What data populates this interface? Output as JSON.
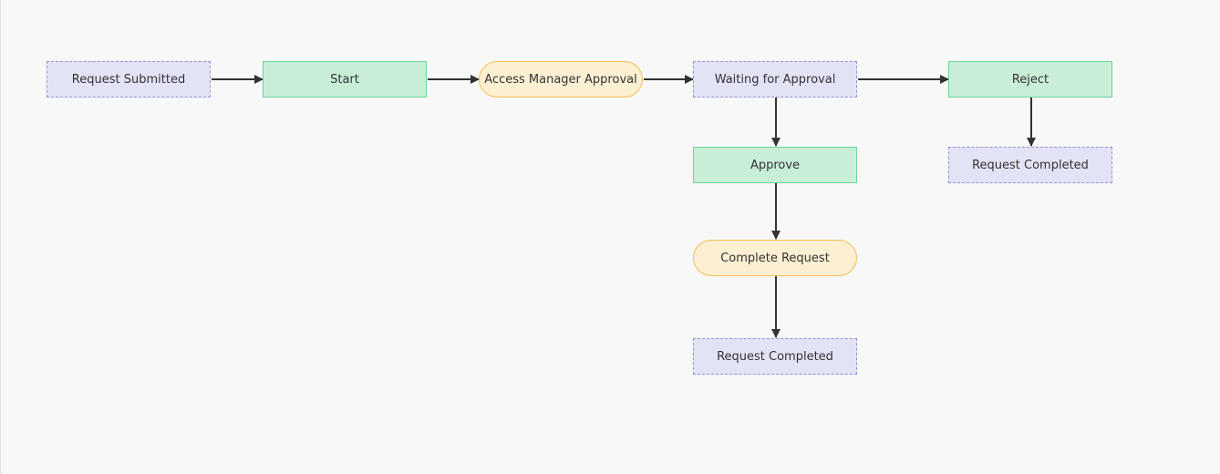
{
  "diagram": {
    "nodes": {
      "request_submitted": {
        "label": "Request Submitted",
        "kind": "event"
      },
      "start": {
        "label": "Start",
        "kind": "activity"
      },
      "access_manager_approval": {
        "label": "Access Manager Approval",
        "kind": "process"
      },
      "waiting_for_approval": {
        "label": "Waiting for Approval",
        "kind": "event"
      },
      "reject": {
        "label": "Reject",
        "kind": "activity"
      },
      "request_completed_reject": {
        "label": "Request Completed",
        "kind": "event"
      },
      "approve": {
        "label": "Approve",
        "kind": "activity"
      },
      "complete_request": {
        "label": "Complete Request",
        "kind": "process"
      },
      "request_completed_approve": {
        "label": "Request Completed",
        "kind": "event"
      }
    },
    "edges": [
      {
        "from": "request_submitted",
        "to": "start"
      },
      {
        "from": "start",
        "to": "access_manager_approval"
      },
      {
        "from": "access_manager_approval",
        "to": "waiting_for_approval"
      },
      {
        "from": "waiting_for_approval",
        "to": "reject"
      },
      {
        "from": "waiting_for_approval",
        "to": "approve"
      },
      {
        "from": "reject",
        "to": "request_completed_reject"
      },
      {
        "from": "approve",
        "to": "complete_request"
      },
      {
        "from": "complete_request",
        "to": "request_completed_approve"
      }
    ],
    "colors": {
      "event_fill": "#e3e3f6",
      "event_border": "#9292d8",
      "activity_fill": "#c8eed8",
      "activity_border": "#6cd496",
      "process_fill": "#fcefd2",
      "process_border": "#f2be54",
      "edge": "#333333",
      "background": "#f8f8f8"
    }
  }
}
